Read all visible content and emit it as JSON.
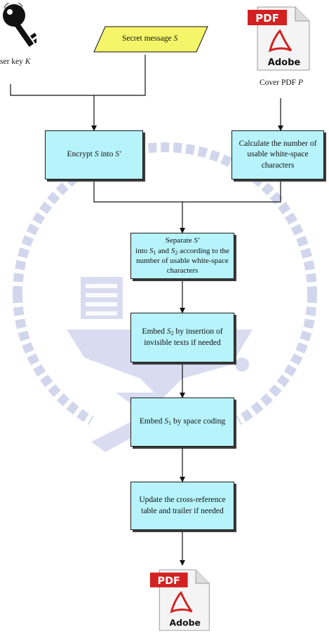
{
  "colors": {
    "box_fill": "#b7f3fb",
    "parallelogram_fill": "#f5f56a",
    "watermark": "#c9cde6",
    "line": "#111111",
    "pdf_red": "#d32020"
  },
  "nodes": {
    "secret_message": {
      "text": "Secret message ",
      "var": "S"
    },
    "user_key": {
      "text": "ser key ",
      "var": "K"
    },
    "cover_pdf": {
      "text": "Cover PDF ",
      "var": "P"
    },
    "encrypt": {
      "text_a": "Encrypt ",
      "var_a": "S",
      "text_b": " into ",
      "var_b": "S′"
    },
    "calculate": {
      "text": "Calculate the number of usable white-space characters"
    },
    "separate": {
      "line1_text": "Separate ",
      "line1_var": "S′",
      "into_text": "into ",
      "s1": "S",
      "sub1": "1",
      "and_text": " and ",
      "s2": "S",
      "sub2": "2",
      "tail": " according to the  number of usable white-space characters"
    },
    "embed_s2": {
      "text_a": "Embed ",
      "var": "S",
      "sub": "2",
      "text_b": "  by insertion of invisible texts if needed"
    },
    "embed_s1": {
      "text_a": "Embed ",
      "var": "S",
      "sub": "1",
      "text_b": " by space coding"
    },
    "update": {
      "text": "Update the cross-reference table and trailer if needed"
    }
  },
  "icons": {
    "key": "key-icon",
    "pdf_cover": "pdf-adobe-icon",
    "pdf_output": "pdf-adobe-icon",
    "pdf_badge": "PDF",
    "adobe_text": "Adobe"
  }
}
